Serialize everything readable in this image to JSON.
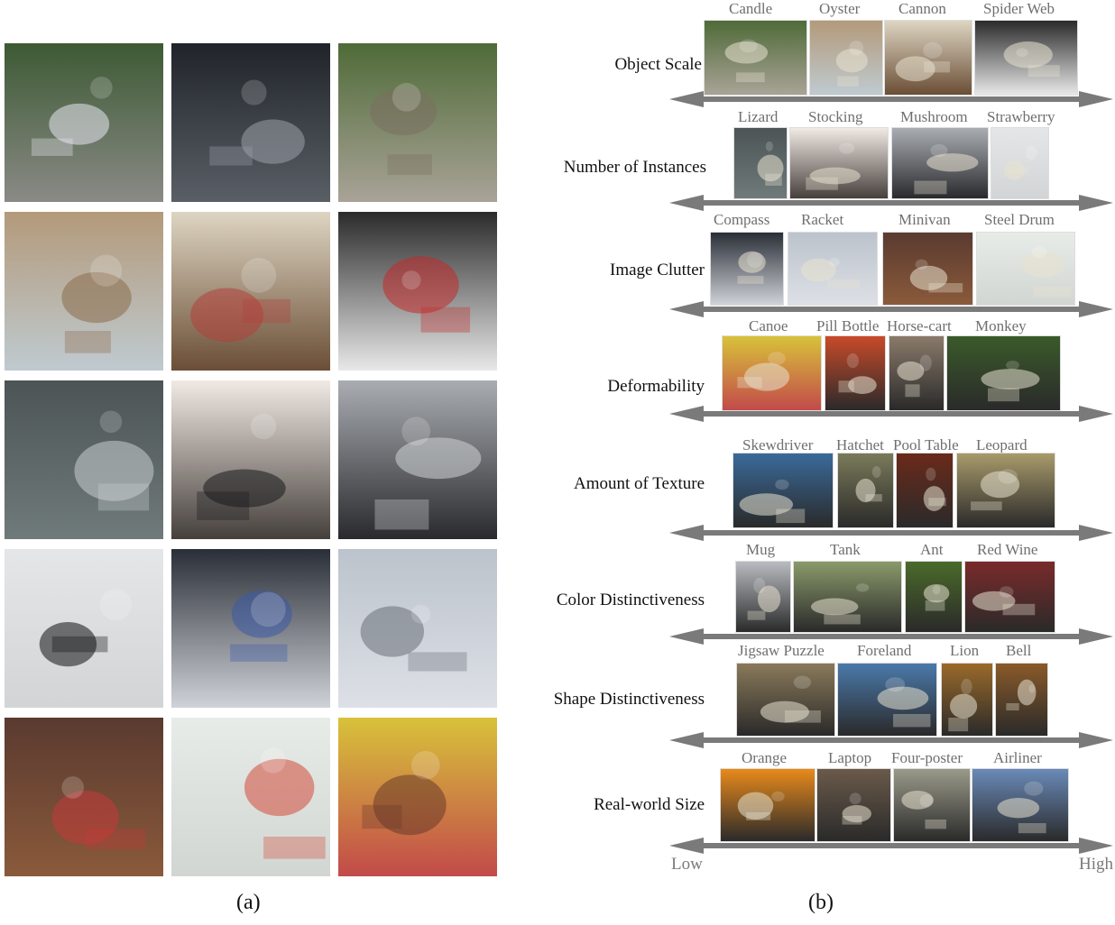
{
  "panel_a": {
    "label": "(a)",
    "photos": [
      {
        "name": "kid-bicycle-photo",
        "top": "#3d5a34",
        "bottom": "#8a8a86",
        "accent": "#e8e8f2"
      },
      {
        "name": "parked-bicycles-photo",
        "top": "#20242a",
        "bottom": "#5a5f66",
        "accent": "#9aa0a8"
      },
      {
        "name": "cycling-path-photo",
        "top": "#4f6b38",
        "bottom": "#a9a397",
        "accent": "#7a7060"
      },
      {
        "name": "open-book-photo",
        "top": "#b39a7a",
        "bottom": "#bfcad0",
        "accent": "#8b6b4b"
      },
      {
        "name": "magazine-rack-photo",
        "top": "#ddd5c2",
        "bottom": "#6b4e36",
        "accent": "#b33f3a"
      },
      {
        "name": "dictionary-photo",
        "top": "#2b2b2b",
        "bottom": "#e8e8e8",
        "accent": "#c22a2a"
      },
      {
        "name": "bar-stools-photo",
        "top": "#4c5456",
        "bottom": "#6f7a7a",
        "accent": "#c9cdd0"
      },
      {
        "name": "cafe-chairs-photo",
        "top": "#f1e9e4",
        "bottom": "#46403c",
        "accent": "#1a1a1e"
      },
      {
        "name": "cafeteria-photo",
        "top": "#a9adb2",
        "bottom": "#2a2a2e",
        "accent": "#d0d3d6"
      },
      {
        "name": "desk-telephone-photo",
        "top": "#e5e6e8",
        "bottom": "#d2d4d6",
        "accent": "#111111"
      },
      {
        "name": "fax-machine-photo",
        "top": "#2a2e36",
        "bottom": "#cfd2d8",
        "accent": "#3a5aa8"
      },
      {
        "name": "mobile-phone-photo",
        "top": "#bcc3cc",
        "bottom": "#dde0e6",
        "accent": "#6a6f78"
      },
      {
        "name": "shoe-wall-photo",
        "top": "#5a3a30",
        "bottom": "#8a5a3a",
        "accent": "#c23a3a"
      },
      {
        "name": "sandals-photo",
        "top": "#e8ece8",
        "bottom": "#d2d6d2",
        "accent": "#d24a3a"
      },
      {
        "name": "shoe-organizer-photo",
        "top": "#d8c23a",
        "bottom": "#c24a4a",
        "accent": "#6a3a2a"
      }
    ]
  },
  "panel_b": {
    "label": "(b)",
    "low_label": "Low",
    "high_label": "High",
    "rows": [
      {
        "label": "Object Scale",
        "items": [
          {
            "caption": "Candle",
            "color": "#d2681e"
          },
          {
            "caption": "Oyster",
            "color": "#9aa4a6"
          },
          {
            "caption": "Cannon",
            "color": "#7a8a9a"
          },
          {
            "caption": "Spider Web",
            "color": "#4a4a4e"
          }
        ]
      },
      {
        "label": "Number of Instances",
        "items": [
          {
            "caption": "Lizard",
            "color": "#4a6a1a"
          },
          {
            "caption": "Stocking",
            "color": "#b22222"
          },
          {
            "caption": "Mushroom",
            "color": "#5a7a3a"
          },
          {
            "caption": "Strawberry",
            "color": "#d23a3a"
          }
        ]
      },
      {
        "label": "Image Clutter",
        "items": [
          {
            "caption": "Compass",
            "color": "#c8c8c8"
          },
          {
            "caption": "Racket",
            "color": "#3a7a3a"
          },
          {
            "caption": "Minivan",
            "color": "#8a9aa8"
          },
          {
            "caption": "Steel Drum",
            "color": "#6a5a4a"
          }
        ]
      },
      {
        "label": "Deformability",
        "items": [
          {
            "caption": "Canoe",
            "color": "#6a7a4a"
          },
          {
            "caption": "Pill Bottle",
            "color": "#c84a2a"
          },
          {
            "caption": "Horse-cart",
            "color": "#8a7a6a"
          },
          {
            "caption": "Monkey",
            "color": "#3a5a2a"
          }
        ]
      },
      {
        "label": "Amount of Texture",
        "items": [
          {
            "caption": "Skewdriver",
            "color": "#3a6a9a"
          },
          {
            "caption": "Hatchet",
            "color": "#7a7a5a"
          },
          {
            "caption": "Pool Table",
            "color": "#6a2a1a"
          },
          {
            "caption": "Leopard",
            "color": "#a89a6a"
          }
        ]
      },
      {
        "label": "Color Distinctiveness",
        "items": [
          {
            "caption": "Mug",
            "color": "#b8bcc0"
          },
          {
            "caption": "Tank",
            "color": "#8a9a6a"
          },
          {
            "caption": "Ant",
            "color": "#4a6a2a"
          },
          {
            "caption": "Red Wine",
            "color": "#7a2a2a"
          }
        ]
      },
      {
        "label": "Shape Distinctiveness",
        "items": [
          {
            "caption": "Jigsaw Puzzle",
            "color": "#8a7a5a"
          },
          {
            "caption": "Foreland",
            "color": "#4a7aaa"
          },
          {
            "caption": "Lion",
            "color": "#9a6a2a"
          },
          {
            "caption": "Bell",
            "color": "#8a5a2a"
          }
        ]
      },
      {
        "label": "Real-world Size",
        "items": [
          {
            "caption": "Orange",
            "color": "#e88a1a"
          },
          {
            "caption": "Laptop",
            "color": "#6a5a4a"
          },
          {
            "caption": "Four-poster",
            "color": "#9a9a8a"
          },
          {
            "caption": "Airliner",
            "color": "#6a8ab8"
          }
        ]
      }
    ]
  }
}
